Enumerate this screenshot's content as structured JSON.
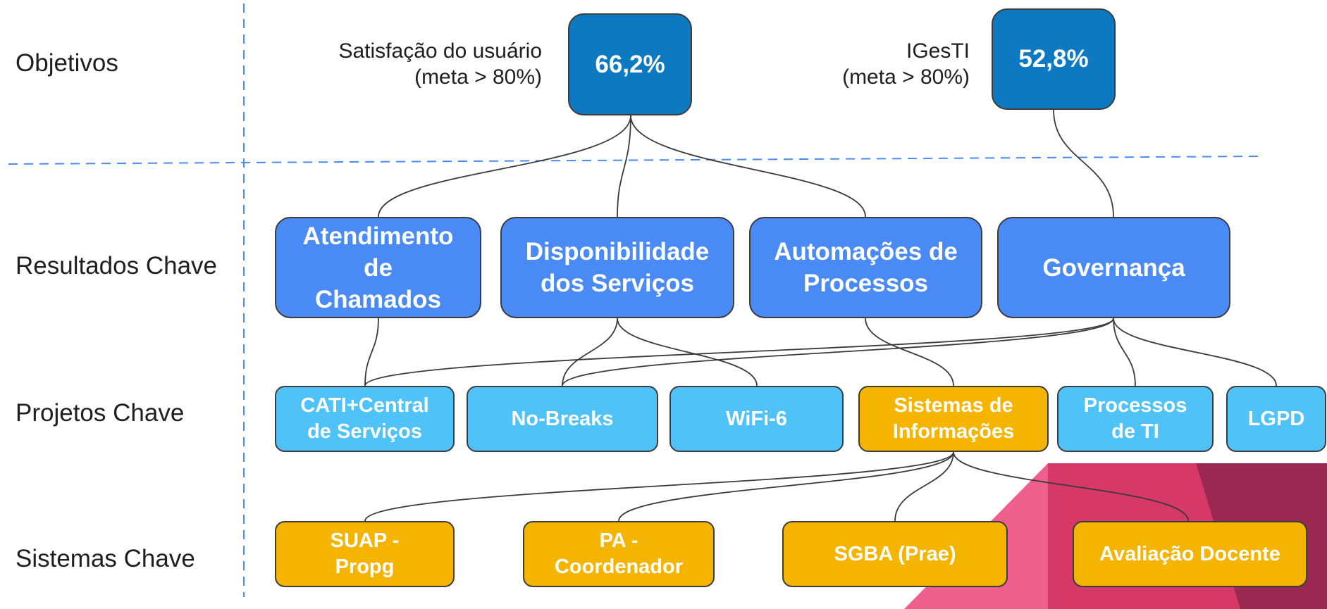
{
  "row_labels": {
    "objetivos": "Objetivos",
    "resultados": "Resultados Chave",
    "projetos": "Projetos Chave",
    "sistemas": "Sistemas Chave"
  },
  "objectives": [
    {
      "label": "Satisfação do usuário\n(meta > 80%)",
      "value": "66,2%"
    },
    {
      "label": "IGesTI\n(meta > 80%)",
      "value": "52,8%"
    }
  ],
  "key_results": [
    "Atendimento\nde\nChamados",
    "Disponibilidade\ndos Serviços",
    "Automações de\nProcessos",
    "Governança"
  ],
  "projects": [
    "CATI+Central\nde Serviços",
    "No-Breaks",
    "WiFi-6",
    "Sistemas de\nInformações",
    "Processos\nde TI",
    "LGPD"
  ],
  "systems": [
    "SUAP -\nPropg",
    "PA -\nCoordenador",
    "SGBA (Prae)",
    "Avaliação Docente"
  ],
  "colors": {
    "objective": "#0c79c0",
    "key_result": "#4a8af4",
    "project": "#4fc3f7",
    "highlight": "#f4b400",
    "divider": "#4a8af4"
  }
}
